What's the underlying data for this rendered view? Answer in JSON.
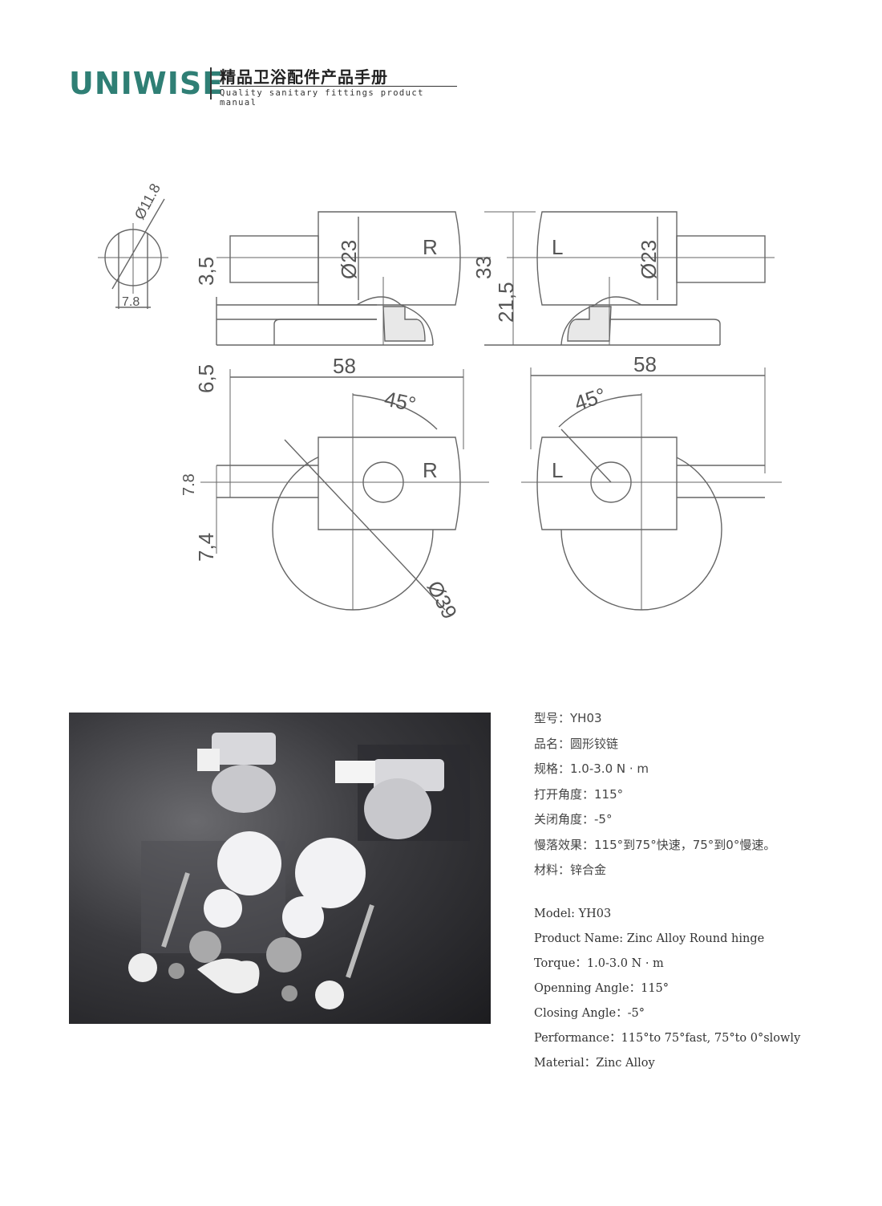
{
  "header": {
    "brand": "UNIWISE",
    "title_cn": "精品卫浴配件产品手册",
    "title_en": "Quality sanitary fittings product manual",
    "brand_color": "#2f7f75"
  },
  "drawing": {
    "dims": {
      "d11_8": "Ø11.8",
      "w7_8_top": "7.8",
      "h3_5": "3,5",
      "d23_r": "Ø23",
      "label_r_top": "R",
      "h33": "33",
      "h21_5": "21,5",
      "label_l_top": "L",
      "d23_l": "Ø23",
      "h6_5": "6,5",
      "w58_left": "58",
      "w58_right": "58",
      "ang45_left": "45°",
      "ang45_right": "45°",
      "label_r_bottom": "R",
      "label_l_bottom": "L",
      "h7_8": "7.8",
      "h7_4": "7,4",
      "d39": "Ø39"
    }
  },
  "photo": {
    "description_icon": "hinge-parts-photo"
  },
  "specs_cn": [
    "型号：YH03",
    "品名：圆形铰链",
    "规格：1.0-3.0 N · m",
    "打开角度：115°",
    "关闭角度：-5°",
    "慢落效果：115°到75°快速，75°到0°慢速。",
    "材料：锌合金"
  ],
  "specs_en": [
    "Model: YH03",
    "Product Name: Zinc Alloy Round hinge",
    "Torque：1.0-3.0 N · m",
    "Openning Angle：115°",
    "Closing Angle：-5°",
    "Performance：115°to 75°fast,  75°to 0°slowly",
    "Material：Zinc Alloy"
  ]
}
